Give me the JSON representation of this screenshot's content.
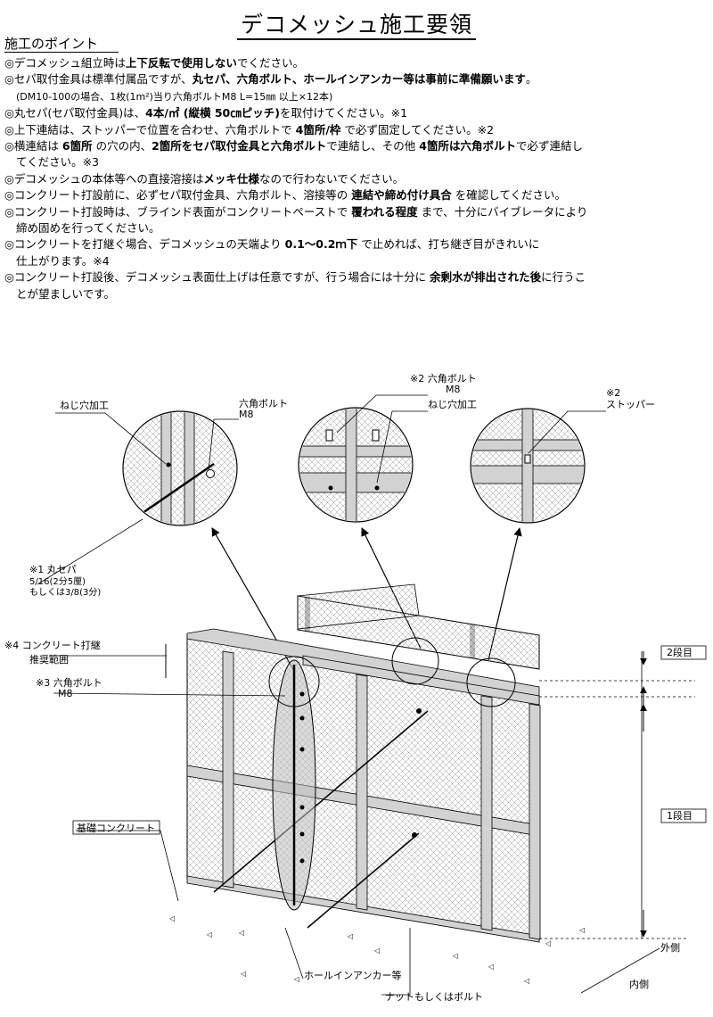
{
  "title": "デコメッシュ施工要領",
  "section_heading": "施工のポイント",
  "points": [
    {
      "parts": [
        {
          "t": "◎デコメッシュ組立時は"
        },
        {
          "t": "上下反転で使用しない",
          "b": true
        },
        {
          "t": "でください。"
        }
      ]
    },
    {
      "parts": [
        {
          "t": "◎セパ取付金具は標準付属品ですが、"
        },
        {
          "t": "丸セパ、六角ボルト、ホールインアンカー等は事前に準備願います",
          "b": true
        },
        {
          "t": "。"
        }
      ]
    },
    {
      "indent": true,
      "parts": [
        {
          "t": "(DM10-100の場合、1枚(1m²)当り六角ボルトM8 L=15㎜ 以上×12本)",
          "s": true
        }
      ]
    },
    {
      "parts": [
        {
          "t": "◎丸セパ(セパ取付金具)は、"
        },
        {
          "t": "4本/㎡ (縦横 50㎝ピッチ)",
          "b": true
        },
        {
          "t": "を取付けてください。※1"
        }
      ]
    },
    {
      "parts": [
        {
          "t": "◎上下連結は、ストッパーで位置を合わせ、六角ボルトで "
        },
        {
          "t": "4箇所/枠",
          "b": true
        },
        {
          "t": " で必ず固定してください。※2"
        }
      ]
    },
    {
      "parts": [
        {
          "t": "◎横連結は "
        },
        {
          "t": "6箇所",
          "b": true
        },
        {
          "t": " の穴の内、"
        },
        {
          "t": "2箇所をセパ取付金具と六角ボルト",
          "b": true
        },
        {
          "t": "で連結し、その他 "
        },
        {
          "t": "4箇所は六角ボルト",
          "b": true
        },
        {
          "t": "で必ず連結し"
        }
      ]
    },
    {
      "indent": true,
      "parts": [
        {
          "t": "てください。※3"
        }
      ]
    },
    {
      "parts": [
        {
          "t": "◎デコメッシュの本体等への直接溶接は"
        },
        {
          "t": "メッキ仕様",
          "b": true
        },
        {
          "t": "なので行わないでください。"
        }
      ]
    },
    {
      "parts": [
        {
          "t": "◎コンクリート打設前に、必ずセパ取付金具、六角ボルト、溶接等の "
        },
        {
          "t": "連結や締め付け具合",
          "b": true
        },
        {
          "t": " を確認してください。"
        }
      ]
    },
    {
      "parts": [
        {
          "t": "◎コンクリート打設時は、ブラインド表面がコンクリートペーストで "
        },
        {
          "t": "覆われる程度",
          "b": true
        },
        {
          "t": " まで、十分にバイブレータにより"
        }
      ]
    },
    {
      "indent": true,
      "parts": [
        {
          "t": "締め固めを行ってください。"
        }
      ]
    },
    {
      "parts": [
        {
          "t": "◎コンクリートを打継ぐ場合、デコメッシュの天端より "
        },
        {
          "t": "0.1～0.2ｍ下",
          "b": true
        },
        {
          "t": " で止めれば、打ち継ぎ目がきれいに"
        }
      ]
    },
    {
      "indent": true,
      "parts": [
        {
          "t": "仕上がります。※4"
        }
      ]
    },
    {
      "parts": [
        {
          "t": "◎コンクリート打設後、デコメッシュ表面仕上げは任意ですが、行う場合には十分に "
        },
        {
          "t": "余剰水が排出された後",
          "b": true
        },
        {
          "t": "に行うこ"
        }
      ]
    },
    {
      "indent": true,
      "parts": [
        {
          "t": "とが望ましいです。"
        }
      ]
    }
  ],
  "labels": {
    "screw_hole_1": "ねじ穴加工",
    "hex_bolt_1": "六角ボルト",
    "hex_bolt_1_size": "M8",
    "note2_bolt": "※2 六角ボルト",
    "note2_bolt_size": "M8",
    "screw_hole_2": "ねじ穴加工",
    "note2_stopper_mark": "※2",
    "stopper": "ストッパー",
    "round_sep": "※1  丸セパ",
    "round_sep_size1": "5/16(2分5厘)",
    "round_sep_size2": "もしくは3/8(3分)",
    "note4_1": "※4 コンクリート打継",
    "note4_2": "推奨範囲",
    "note3": "※3 六角ボルト",
    "note3_size": "M8",
    "foundation": "基礎コンクリート",
    "stage2": "2段目",
    "stage1": "1段目",
    "outside": "外側",
    "inside": "内側",
    "hole_anchor": "ホールインアンカー等",
    "nut_or_bolt": "ナットもしくはボルト"
  }
}
